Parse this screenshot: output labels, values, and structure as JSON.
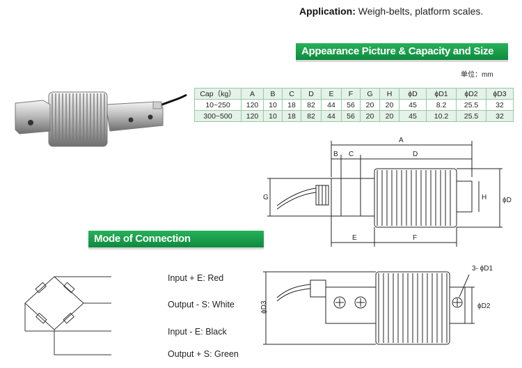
{
  "application": {
    "label": "Application:",
    "text": "Weigh-belts, platform scales."
  },
  "appearance_title": "Appearance Picture  & Capacity and Size",
  "unit_label": "单位：mm",
  "capacity_table": {
    "headers": [
      "Cap（kg）",
      "A",
      "B",
      "C",
      "D",
      "E",
      "F",
      "G",
      "H",
      "ϕD",
      "ϕD1",
      "ϕD2",
      "ϕD3"
    ],
    "rows": [
      [
        "10~250",
        "120",
        "10",
        "18",
        "82",
        "44",
        "56",
        "20",
        "20",
        "45",
        "8.2",
        "25.5",
        "32"
      ],
      [
        "300~500",
        "120",
        "10",
        "18",
        "82",
        "44",
        "56",
        "20",
        "20",
        "45",
        "10.2",
        "25.5",
        "32"
      ]
    ]
  },
  "connection_title": "Mode of Connection",
  "wires": [
    "Input + E: Red",
    "Output - S: White",
    "Input - E: Black",
    "Output + S: Green"
  ],
  "dimension_labels": {
    "A": "A",
    "B": "B",
    "C": "C",
    "D": "D",
    "E": "E",
    "F": "F",
    "G": "G",
    "H": "H",
    "phiD": "ϕD",
    "phiD1": "3- ϕD1",
    "phiD2": "ϕD2",
    "phiD3": "ϕD3"
  },
  "colors": {
    "banner_green": "#1a9c4b",
    "table_border": "#9ac7a6",
    "table_shade": "#e4f2e8"
  }
}
